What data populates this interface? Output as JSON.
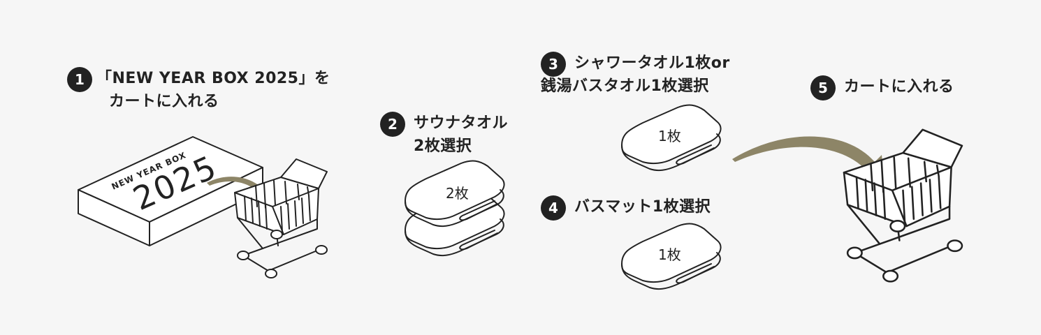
{
  "steps": [
    {
      "number": "1",
      "lines": [
        "「NEW YEAR BOX 2025」を",
        "カートに入れる"
      ]
    },
    {
      "number": "2",
      "lines": [
        "サウナタオル",
        "2枚選択"
      ]
    },
    {
      "number": "3",
      "lines": [
        "シャワータオル1枚or",
        "銭湯バスタオル1枚選択"
      ]
    },
    {
      "number": "4",
      "lines": [
        "バスマット1枚選択"
      ]
    },
    {
      "number": "5",
      "lines": [
        "カートに入れる"
      ]
    }
  ],
  "box": {
    "brand": "NEW YEAR BOX",
    "year": "2025"
  },
  "towels": {
    "sauna_count": "2枚",
    "shower_count": "1枚",
    "mat_count": "1枚"
  },
  "colors": {
    "arrow": "#8d8567",
    "ink": "#222222",
    "background": "#f6f6f6"
  }
}
